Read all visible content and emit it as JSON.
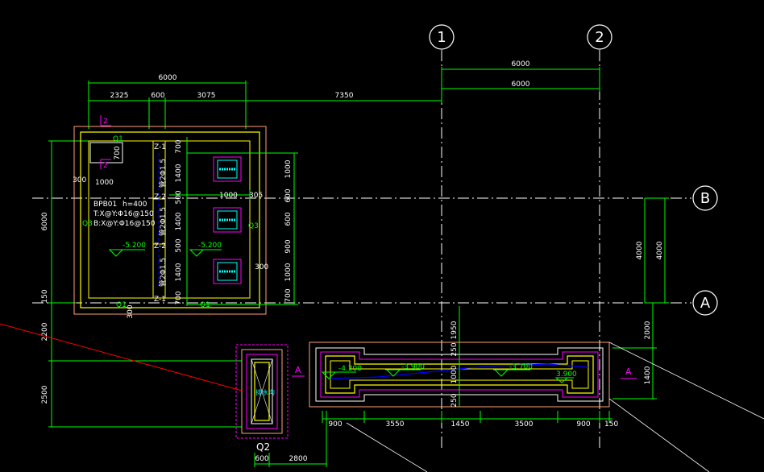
{
  "colors": {
    "background": "#000000",
    "dimension": "#00ff00",
    "axis": "#ffffff",
    "wall": "#ffff00",
    "outline": "#ffa07a",
    "annotation": "#ff00ff",
    "profile": "#0000ff",
    "pipe": "#00ffff",
    "cut": "#ff0000"
  },
  "axes": {
    "col1": "1",
    "col2": "2",
    "rowA": "A",
    "rowB": "B"
  },
  "dims_top": {
    "overall": "6000",
    "d2325": "2325",
    "d600": "600",
    "d3075": "3075",
    "d7350": "7350",
    "grid1": "6000",
    "grid2": "6000"
  },
  "dims_left": {
    "d6000": "6000",
    "d150": "150",
    "d2200": "2200",
    "d2500": "2500"
  },
  "plan": {
    "z1_top": "Z-1",
    "z2_a": "Z-2",
    "z2_b": "Z-2",
    "z1_bot": "Z-1",
    "d700a": "700",
    "d1400a": "1400",
    "d500a": "500",
    "d1400b": "1400",
    "d500b": "500",
    "d1400c": "1400",
    "d700b": "700",
    "pipe1": "管2Φ1.5",
    "pipe2": "管2Φ1.5",
    "pipe3": "管2Φ1.5",
    "slab": "BPB01",
    "slab_h": "h=400",
    "slab_t": "T:X@Y:Φ16@150",
    "slab_b": "B:X@Y:Φ16@150",
    "elev1": "-5.200",
    "elev2": "-5.200",
    "q1_top": "Q1",
    "q1_bot": "Q1",
    "q1_right": "Q1",
    "q3": "Q3",
    "q3_right": "Q3",
    "d700c": "700",
    "d1000c": "1000",
    "d300l": "300",
    "d1000h": "1000",
    "d305": "305",
    "d300r": "300",
    "d300b": "300",
    "d1000r1": "1000",
    "d600r": "600",
    "d600r2": "600",
    "d900r": "900",
    "d1000r2": "1000",
    "d700r": "700",
    "mark2a": "2",
    "mark2b": "2"
  },
  "section": {
    "e1": "-4.200",
    "e2": "-3.900",
    "e3": "-3.700",
    "e4": "3.900",
    "d250a": "250",
    "d1000": "1000",
    "d250b": "250",
    "d1950": "1950",
    "d900a": "900",
    "d3550": "3550",
    "d1450": "1450",
    "d3500": "3500",
    "d900b": "900",
    "d150": "150",
    "d2000": "2000",
    "d1400": "1400",
    "d4000a": "4000",
    "d4000b": "4000",
    "cutA1": "A",
    "cutA2": "A"
  },
  "detail": {
    "label": "Q2",
    "d600": "600",
    "d2800": "2800",
    "note": "排水沟"
  }
}
